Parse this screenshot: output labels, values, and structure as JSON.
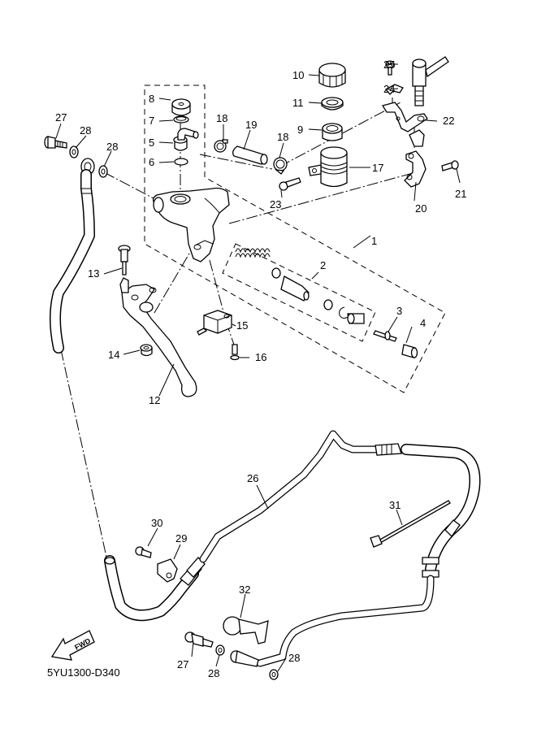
{
  "diagram": {
    "title": "Clutch master cylinder and hose parts diagram",
    "code": "5YU1300-D340",
    "fwd_label": "FWD",
    "callouts": [
      {
        "id": "c1",
        "label": "1"
      },
      {
        "id": "c2",
        "label": "2"
      },
      {
        "id": "c3",
        "label": "3"
      },
      {
        "id": "c4",
        "label": "4"
      },
      {
        "id": "c5",
        "label": "5"
      },
      {
        "id": "c6",
        "label": "6"
      },
      {
        "id": "c7",
        "label": "7"
      },
      {
        "id": "c8",
        "label": "8"
      },
      {
        "id": "c9",
        "label": "9"
      },
      {
        "id": "c10",
        "label": "10"
      },
      {
        "id": "c11",
        "label": "11"
      },
      {
        "id": "c12",
        "label": "12"
      },
      {
        "id": "c13",
        "label": "13"
      },
      {
        "id": "c14",
        "label": "14"
      },
      {
        "id": "c15",
        "label": "15"
      },
      {
        "id": "c16",
        "label": "16"
      },
      {
        "id": "c17",
        "label": "17"
      },
      {
        "id": "c18a",
        "label": "18"
      },
      {
        "id": "c18b",
        "label": "18"
      },
      {
        "id": "c19",
        "label": "19"
      },
      {
        "id": "c20",
        "label": "20"
      },
      {
        "id": "c21",
        "label": "21"
      },
      {
        "id": "c22",
        "label": "22"
      },
      {
        "id": "c23",
        "label": "23"
      },
      {
        "id": "c24",
        "label": "24"
      },
      {
        "id": "c25",
        "label": "25"
      },
      {
        "id": "c26",
        "label": "26"
      },
      {
        "id": "c27a",
        "label": "27"
      },
      {
        "id": "c27b",
        "label": "27"
      },
      {
        "id": "c28a",
        "label": "28"
      },
      {
        "id": "c28b",
        "label": "28"
      },
      {
        "id": "c28c",
        "label": "28"
      },
      {
        "id": "c28d",
        "label": "28"
      },
      {
        "id": "c29",
        "label": "29"
      },
      {
        "id": "c30",
        "label": "30"
      },
      {
        "id": "c31",
        "label": "31"
      },
      {
        "id": "c32",
        "label": "32"
      }
    ]
  }
}
